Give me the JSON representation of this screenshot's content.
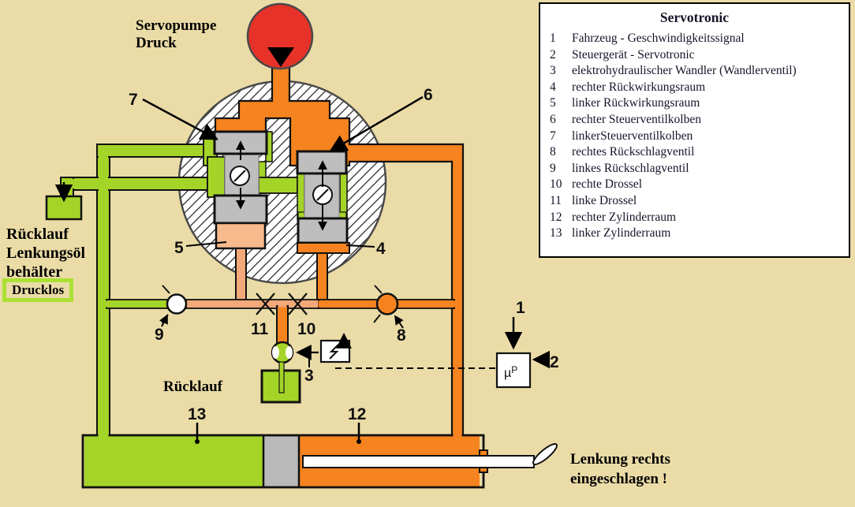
{
  "labels": {
    "pump_line1": "Servopumpe",
    "pump_line2": "Druck",
    "reservoir_line1": "Rücklauf",
    "reservoir_line2": "Lenkungsöl",
    "reservoir_line3": "behälter",
    "drucklos": "Drucklos",
    "return_label": "Rücklauf",
    "steering_line1": "Lenkung rechts",
    "steering_line2": "eingeschlagen !"
  },
  "controller": {
    "mu": "µ",
    "p": "P"
  },
  "callouts": {
    "c1": "1",
    "c2": "2",
    "c3": "3",
    "c4": "4",
    "c5": "5",
    "c6": "6",
    "c7": "7",
    "c8": "8",
    "c9": "9",
    "c10": "10",
    "c11": "11",
    "c12": "12",
    "c13": "13"
  },
  "legend": {
    "title": "Servotronic",
    "items": [
      {
        "num": "1",
        "label": "Fahrzeug - Geschwindigkeitssignal"
      },
      {
        "num": "2",
        "label": "Steuergerät - Servotronic"
      },
      {
        "num": "3",
        "label": "elektrohydraulischer Wandler (Wandlerventil)"
      },
      {
        "num": "4",
        "label": "rechter Rückwirkungsraum"
      },
      {
        "num": "5",
        "label": "linker Rückwirkungsraum"
      },
      {
        "num": "6",
        "label": "rechter Steuerventilkolben"
      },
      {
        "num": "7",
        "label": "linkerSteuerventilkolben"
      },
      {
        "num": "8",
        "label": "rechtes Rückschlagventil"
      },
      {
        "num": "9",
        "label": "linkes Rückschlagventil"
      },
      {
        "num": "10",
        "label": "rechte Drossel"
      },
      {
        "num": "11",
        "label": "linke Drossel"
      },
      {
        "num": "12",
        "label": "rechter Zylinderraum"
      },
      {
        "num": "13",
        "label": "linker Zylinderraum"
      }
    ]
  },
  "colors": {
    "background": "#EBDCA7",
    "green": "#A5D428",
    "bright_green_border": "#ABE135",
    "orange": "#F5831F",
    "salmon_pipe": "#F2A878",
    "salmon_chamber": "#F7BA8C",
    "pump_red": "#E63228",
    "valve_gray": "#BEBEBE"
  }
}
